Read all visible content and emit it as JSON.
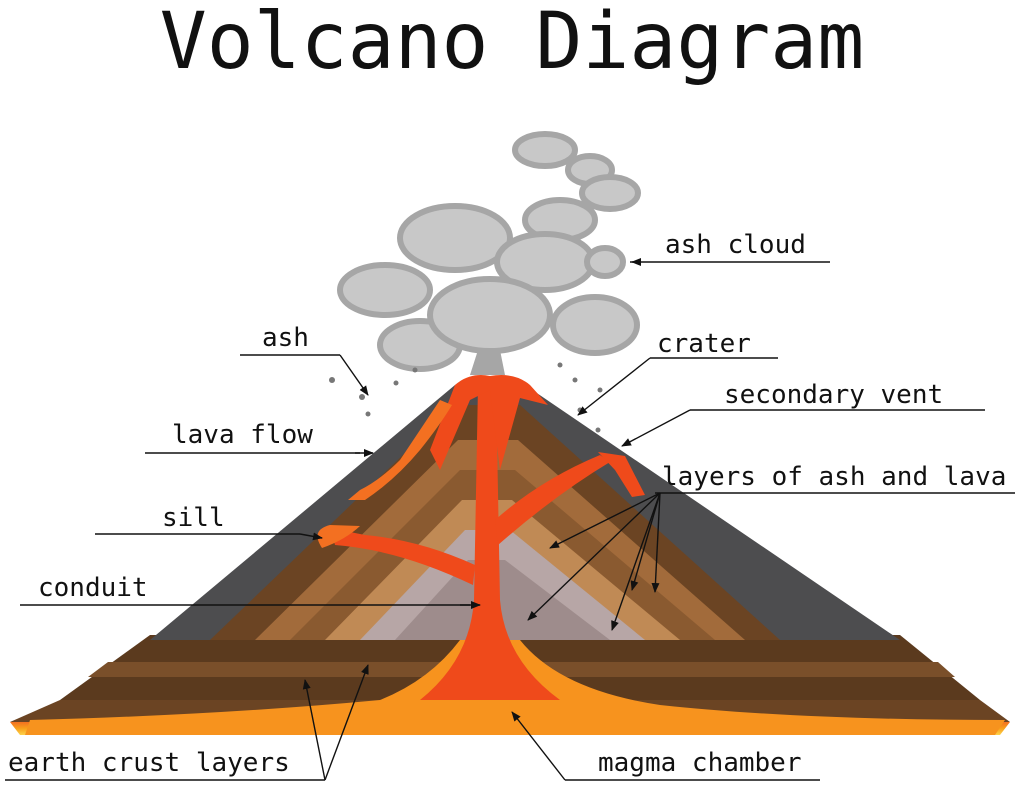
{
  "title": "Volcano Diagram",
  "labels": {
    "ash_cloud": "ash cloud",
    "ash": "ash",
    "crater": "crater",
    "secondary_vent": "secondary vent",
    "lava_flow": "lava flow",
    "layers": "layers of ash and lava",
    "sill": "sill",
    "conduit": "conduit",
    "earth_crust_layers": "earth crust layers",
    "magma_chamber": "magma chamber"
  },
  "colors": {
    "lava": "#ef4a1b",
    "magma": "#f9b21c",
    "rock_gray": "#4d4d4f",
    "layer_brown": "#6b4423",
    "layer_tan": "#a26b3b",
    "ash_cloud": "#c8c8c8"
  }
}
